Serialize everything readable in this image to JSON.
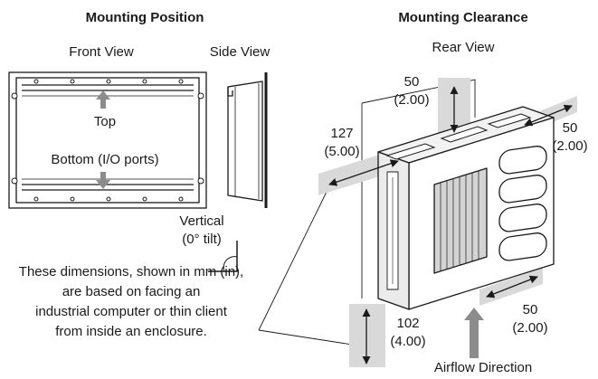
{
  "headings": {
    "left": "Mounting Position",
    "right": "Mounting Clearance"
  },
  "views": {
    "front": "Front View",
    "side": "Side View",
    "rear": "Rear View"
  },
  "labels": {
    "top": "Top",
    "bottom": "Bottom (I/O ports)",
    "vertical": "Vertical",
    "tilt": "(0° tilt)",
    "airflow": "Airflow Direction"
  },
  "note": {
    "line1": "These dimensions, shown in mm (in),",
    "line2": "are based on facing an",
    "line3": "industrial computer or thin client",
    "line4": "from inside an enclosure."
  },
  "dimensions": {
    "top": {
      "mm": "50",
      "in": "(2.00)"
    },
    "right": {
      "mm": "50",
      "in": "(2.00)"
    },
    "left": {
      "mm": "127",
      "in": "(5.00)"
    },
    "bottom_right": {
      "mm": "50",
      "in": "(2.00)"
    },
    "bottom": {
      "mm": "102",
      "in": "(4.00)"
    }
  },
  "colors": {
    "line": "#1a1a1a",
    "band": "#d9d9d9",
    "arrow_gray": "#8c8c8c"
  }
}
